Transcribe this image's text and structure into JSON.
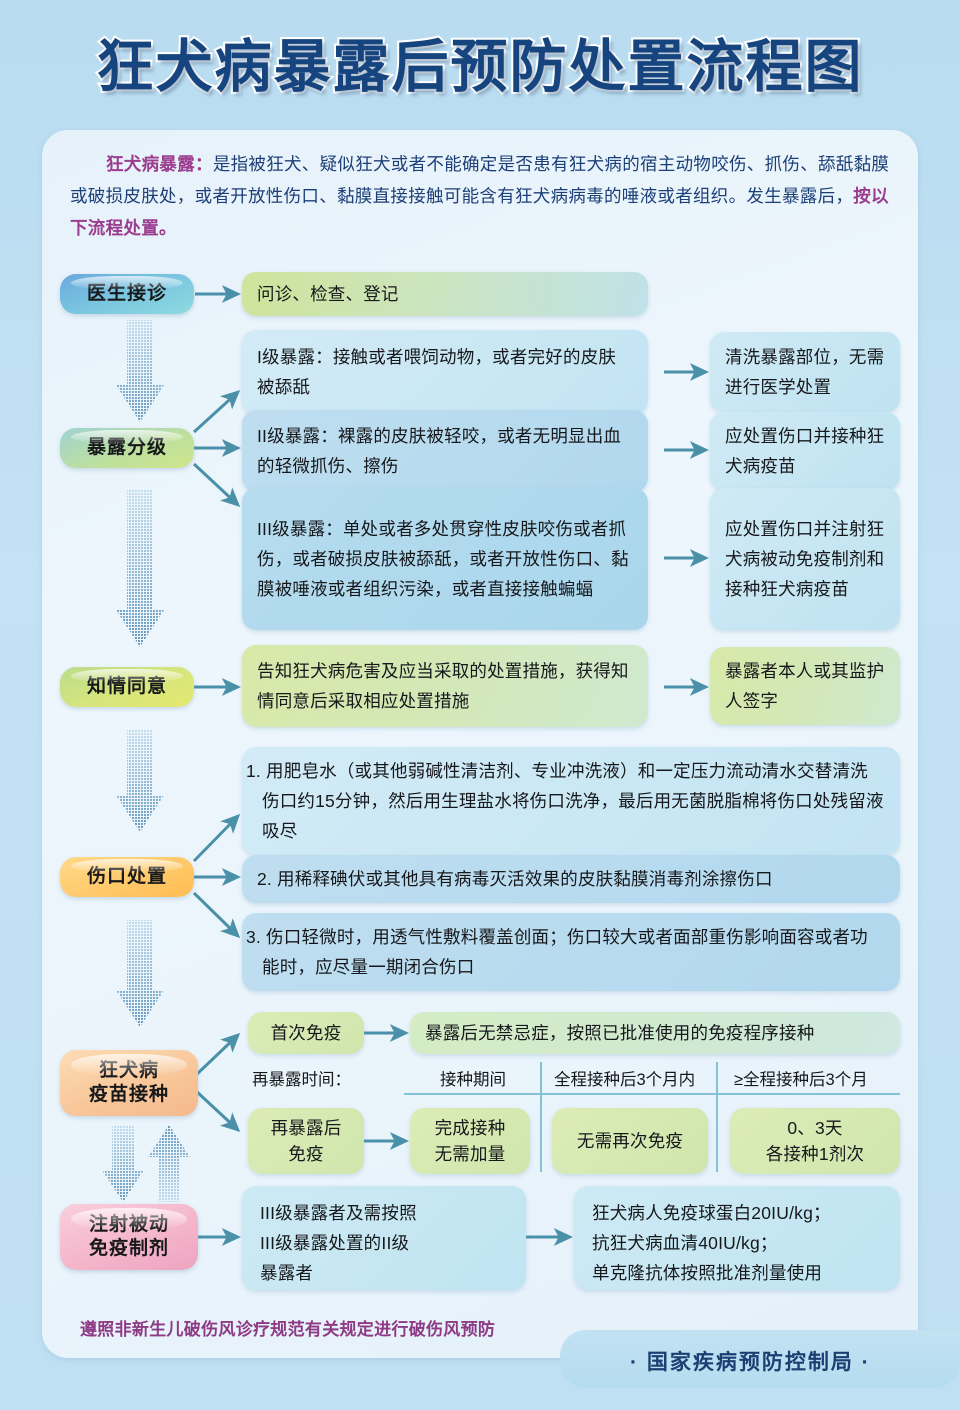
{
  "title": "狂犬病暴露后预防处置流程图",
  "intro": {
    "label": "狂犬病暴露：",
    "body": "是指被狂犬、疑似狂犬或者不能确定是否患有狂犬病的宿主动物咬伤、抓伤、舔舐黏膜或破损皮肤处，或者开放性伤口、黏膜直接接触可能含有狂犬病病毒的唾液或者组织。发生暴露后，",
    "tail": "按以下流程处置。"
  },
  "steps": {
    "doctor": "医生接诊",
    "grade": "暴露分级",
    "consent": "知情同意",
    "wound": "伤口处置",
    "vaccine_line1": "狂犬病",
    "vaccine_line2": "疫苗接种",
    "passive_line1": "注射被动",
    "passive_line2": "免疫制剂"
  },
  "reception": {
    "action": "问诊、检查、登记"
  },
  "exposure_levels": [
    {
      "desc": "I级暴露：接触或者喂饲动物，或者完好的皮肤被舔舐",
      "treatment": "清洗暴露部位，无需进行医学处置"
    },
    {
      "desc": "II级暴露：裸露的皮肤被轻咬，或者无明显出血的轻微抓伤、擦伤",
      "treatment": "应处置伤口并接种狂犬病疫苗"
    },
    {
      "desc": "III级暴露：单处或者多处贯穿性皮肤咬伤或者抓伤，或者破损皮肤被舔舐，或者开放性伤口、黏膜被唾液或者组织污染，或者直接接触蝙蝠",
      "treatment": "应处置伤口并注射狂犬病被动免疫制剂和接种狂犬病疫苗"
    }
  ],
  "consent": {
    "desc": "告知狂犬病危害及应当采取的处置措施，获得知情同意后采取相应处置措施",
    "result": "暴露者本人或其监护人签字"
  },
  "wound_steps": [
    "1. 用肥皂水（或其他弱碱性清洁剂、专业冲洗液）和一定压力流动清水交替清洗伤口约15分钟，然后用生理盐水将伤口洗净，最后用无菌脱脂棉将伤口处残留液吸尽",
    "2. 用稀释碘伏或其他具有病毒灭活效果的皮肤黏膜消毒剂涂擦伤口",
    "3. 伤口轻微时，用透气性敷料覆盖创面；伤口较大或者面部重伤影响面容或者功能时，应尽量一期闭合伤口"
  ],
  "vaccination": {
    "first_label": "首次免疫",
    "first_desc": "暴露后无禁忌症，按照已批准使用的免疫程序接种",
    "reexposure_label_line1": "再暴露后",
    "reexposure_label_line2": "免疫",
    "table_row_header": "再暴露时间：",
    "table_headers": [
      "接种期间",
      "全程接种后3个月内",
      "≥全程接种后3个月"
    ],
    "table_cells": [
      [
        "完成接种",
        "无需加量"
      ],
      [
        "无需再次免疫"
      ],
      [
        "0、3天",
        "各接种1剂次"
      ]
    ]
  },
  "passive": {
    "target_lines": [
      "III级暴露者及需按照",
      "III级暴露处置的II级",
      "暴露者"
    ],
    "dosage_lines": [
      "狂犬病人免疫球蛋白20IU/kg；",
      "抗狂犬病血清40IU/kg；",
      "单克隆抗体按照批准剂量使用"
    ]
  },
  "footer": {
    "note": "遵照非新生儿破伤风诊疗规范有关规定进行破伤风预防",
    "org": "· 国家疾病预防控制局 ·"
  },
  "colors": {
    "page_bg": "#bfe0f2",
    "card_bg": "#eaf4fb",
    "title": "#16447f",
    "accent_purple": "#9b3d8e",
    "arrow": "#4a90a8",
    "text": "#16181b"
  }
}
